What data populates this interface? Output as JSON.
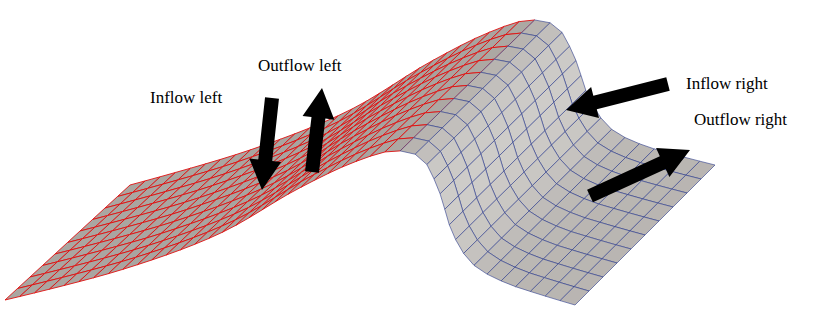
{
  "diagram": {
    "labels": [
      "Outflow left",
      "Inflow left",
      "Inflow right",
      "Outflow right"
    ]
  }
}
